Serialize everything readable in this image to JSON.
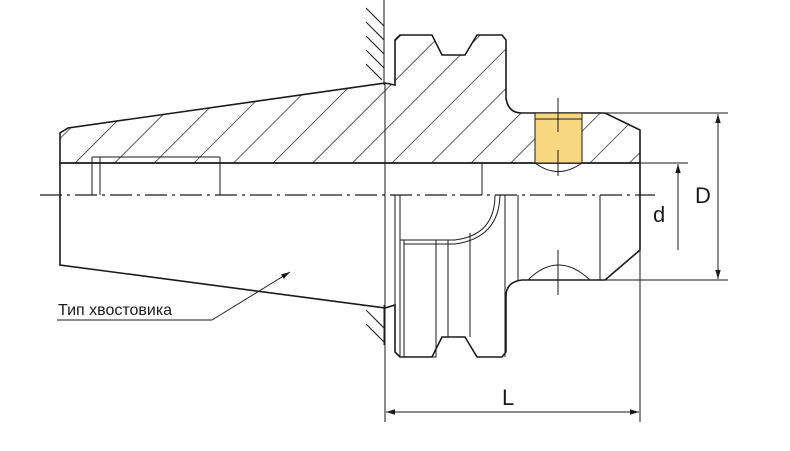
{
  "diagram": {
    "title_label": "Тип хвостовика",
    "dimensions": {
      "outer_diameter": "D",
      "inner_diameter": "d",
      "length": "L"
    },
    "colors": {
      "fill": "#F7D881",
      "line": "#1a1a1a"
    }
  }
}
